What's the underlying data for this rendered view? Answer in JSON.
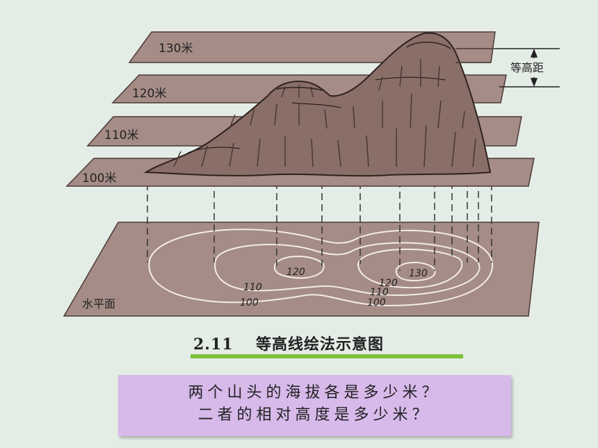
{
  "diagram": {
    "plane_labels": [
      "130米",
      "120米",
      "110米",
      "100米"
    ],
    "base_label": "水平面",
    "interval_label": "等高距",
    "contour_labels": [
      "120",
      "130",
      "120",
      "110",
      "110",
      "100",
      "100"
    ]
  },
  "caption": {
    "number": "2.11",
    "title": "等高线绘法示意图"
  },
  "question": {
    "line1": "两个山头的海拔各是多少米？",
    "line2": "二者的相对高度是多少米？"
  },
  "colors": {
    "background": "#e4ece6",
    "plane": "#a58c86",
    "terrain": "#8a6f68",
    "caption_underline": "#7cc03a",
    "question_box": "#d7b9ea"
  }
}
